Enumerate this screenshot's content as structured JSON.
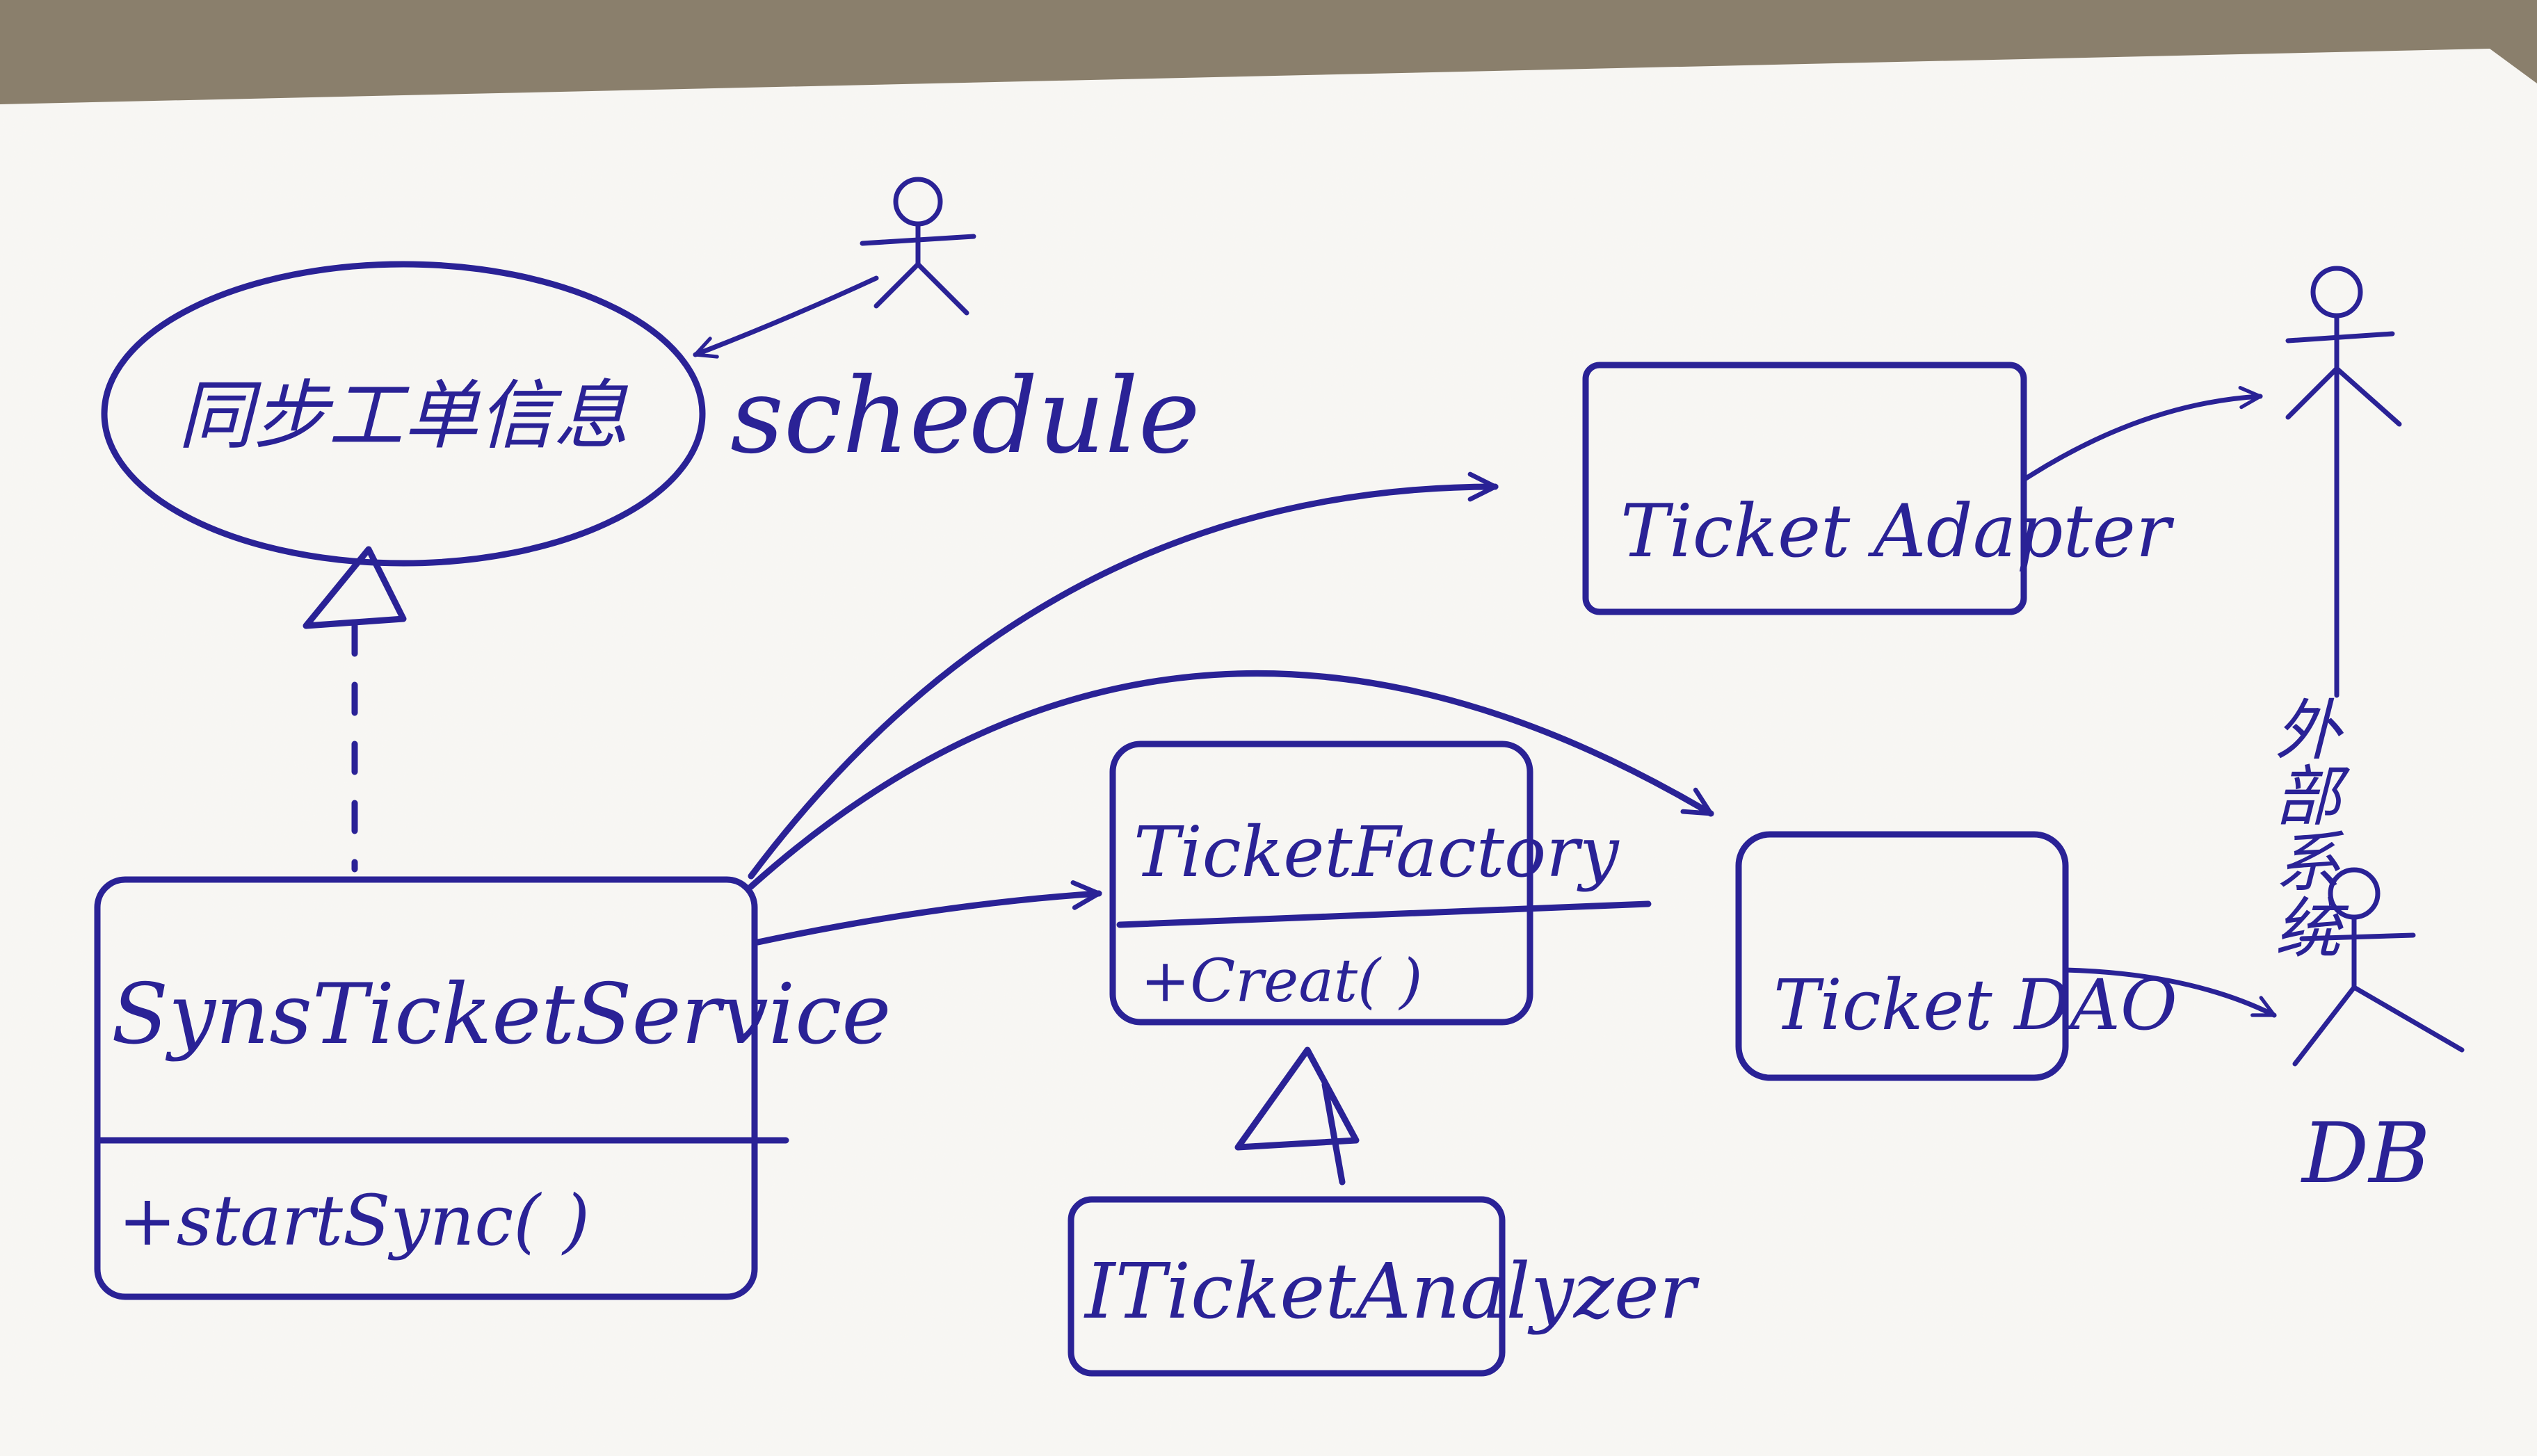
{
  "colors": {
    "ink": "#2a2296",
    "napkin": "#f7f6f3",
    "table": "#8a7f6c"
  },
  "use_case": {
    "label": "同步工单信息"
  },
  "actors": {
    "schedule": {
      "label": "schedule"
    },
    "external_system": {
      "label": "外部系统"
    },
    "db": {
      "label": "DB"
    }
  },
  "classes": {
    "sync_service": {
      "name": "SynsTicketService",
      "method": "+startSync( )"
    },
    "ticket_adapter": {
      "name": "Ticket Adapter"
    },
    "ticket_factory": {
      "name": "TicketFactory",
      "method": "+Creat( )"
    },
    "ticket_dao": {
      "name": "Ticket DAO"
    },
    "ticket_analyzer": {
      "name": "ITicketAnalyzer"
    }
  }
}
